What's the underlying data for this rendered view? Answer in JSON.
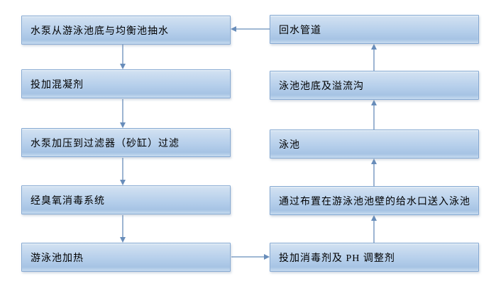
{
  "colors": {
    "canvas_bg": "#ffffff",
    "box_fill_top": "#d3e2f2",
    "box_fill_mid": "#b6cfeb",
    "box_fill_bottom": "#a6c3e4",
    "box_fill_light": "#c8dcf0",
    "box_border": "#84a8d2",
    "arrow": "#688dba",
    "text": "#000000"
  },
  "flow": {
    "left_column": [
      {
        "label": "水泵从游泳池底与均衡池抽水"
      },
      {
        "label": "投加混凝剂"
      },
      {
        "label": "水泵加压到过滤器（砂缸）过滤"
      },
      {
        "label": "经臭氧消毒系统"
      },
      {
        "label": "游泳池加热"
      }
    ],
    "right_column": [
      {
        "label": "回水管道"
      },
      {
        "label": "泳池池底及溢流沟"
      },
      {
        "label": "泳池"
      },
      {
        "label": "通过布置在游泳池池壁的给水口送入泳池"
      },
      {
        "label": "投加消毒剂及 PH 调整剂"
      }
    ],
    "connections": [
      {
        "from": "水泵从游泳池底与均衡池抽水",
        "to": "投加混凝剂"
      },
      {
        "from": "投加混凝剂",
        "to": "水泵加压到过滤器（砂缸）过滤"
      },
      {
        "from": "水泵加压到过滤器（砂缸）过滤",
        "to": "经臭氧消毒系统"
      },
      {
        "from": "经臭氧消毒系统",
        "to": "游泳池加热"
      },
      {
        "from": "游泳池加热",
        "to": "投加消毒剂及 PH 调整剂"
      },
      {
        "from": "投加消毒剂及 PH 调整剂",
        "to": "通过布置在游泳池池壁的给水口送入泳池"
      },
      {
        "from": "通过布置在游泳池池壁的给水口送入泳池",
        "to": "泳池"
      },
      {
        "from": "泳池",
        "to": "泳池池底及溢流沟"
      },
      {
        "from": "泳池池底及溢流沟",
        "to": "回水管道"
      },
      {
        "from": "回水管道",
        "to": "水泵从游泳池底与均衡池抽水"
      }
    ]
  }
}
